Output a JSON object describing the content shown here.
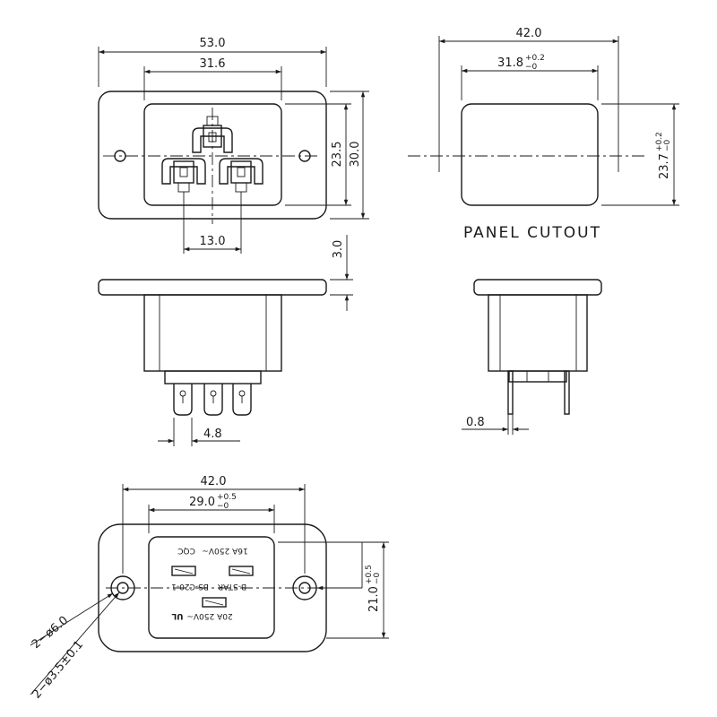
{
  "front_view": {
    "overall_width": "53.0",
    "inner_width": "31.6",
    "inner_height": "23.5",
    "overall_height": "30.0",
    "pin_spacing": "13.0"
  },
  "panel_cutout": {
    "label": "PANEL CUTOUT",
    "overall_width": "42.0",
    "width_main": "31.8",
    "width_tol_upper": "+0.2",
    "width_tol_lower": "−0",
    "height_main": "23.7",
    "height_tol_upper": "+0.2",
    "height_tol_lower": "−0"
  },
  "side_view": {
    "flange_thickness": "3.0",
    "terminal_width": "4.8"
  },
  "end_view": {
    "terminal_thickness": "0.8"
  },
  "rear_view": {
    "overall_width": "42.0",
    "inner_width_main": "29.0",
    "inner_width_tol_upper": "+0.5",
    "inner_width_tol_lower": "−0",
    "inner_height_main": "21.0",
    "inner_height_tol_upper": "+0.5",
    "inner_height_tol_lower": "−0",
    "hole_outer_label": "2−ø6.0",
    "hole_inner_label": "2−ø3.5±0.1",
    "rating_16a": "16A 250V~",
    "rating_20a": "20A 250V~",
    "brand": "B-STAR",
    "model": "BS-C20-1",
    "cert_mark": "CQC",
    "cert_mark_2": "UL"
  }
}
